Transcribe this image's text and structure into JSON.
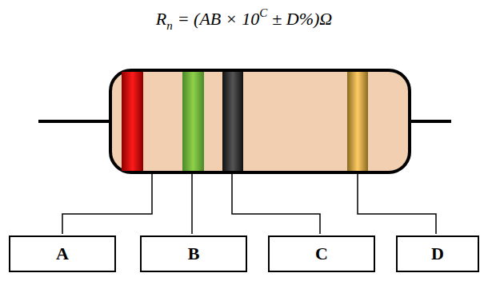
{
  "diagram": {
    "nodes": [
      {
        "text": [
          "A"
        ]
      },
      {
        "text": [
          "B"
        ]
      },
      {
        "text": [
          "C"
        ]
      },
      {
        "text": [
          "D"
        ]
      }
    ],
    "labels": [
      "R",
      "n",
      "= (AB × 10",
      "C",
      "± D%)Ω"
    ]
  }
}
